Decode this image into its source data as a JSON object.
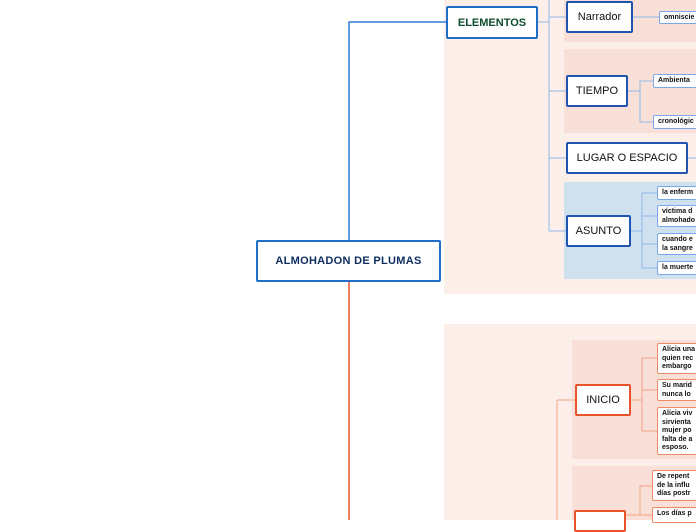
{
  "root": {
    "label": "ALMOHADON DE PLUMAS"
  },
  "elementos": {
    "label": "ELEMENTOS",
    "narrador": {
      "label": "Narrador",
      "leaves": [
        "omniscie"
      ]
    },
    "tiempo": {
      "label": "TIEMPO",
      "leaves": [
        "Ambienta",
        "cronológic"
      ]
    },
    "lugar": {
      "label": "LUGAR O ESPACIO"
    },
    "asunto": {
      "label": "ASUNTO",
      "leaves": [
        "la enferm",
        "víctima d\nalmohado",
        "cuando e\nla sangre",
        "la muerte"
      ]
    }
  },
  "estructura": {
    "inicio": {
      "label": "INICIO",
      "leaves": [
        "Alicia una\nquien rec\nembargo",
        "Su marid\nnunca lo",
        "Alicia viv\nsirvienta\nmujer po\nfalta de a\nesposo."
      ]
    },
    "nudo": {
      "label": "",
      "leaves": [
        "De repent\nde la influ\ndías postr",
        "Los días p"
      ]
    }
  },
  "colors": {
    "blue_line": "#2f7fd6",
    "orange_line": "#e8542b",
    "panel_pink": "#fbece6",
    "panel_pink_inner": "#f8e0d8",
    "panel_blue": "#cfe0ef"
  }
}
